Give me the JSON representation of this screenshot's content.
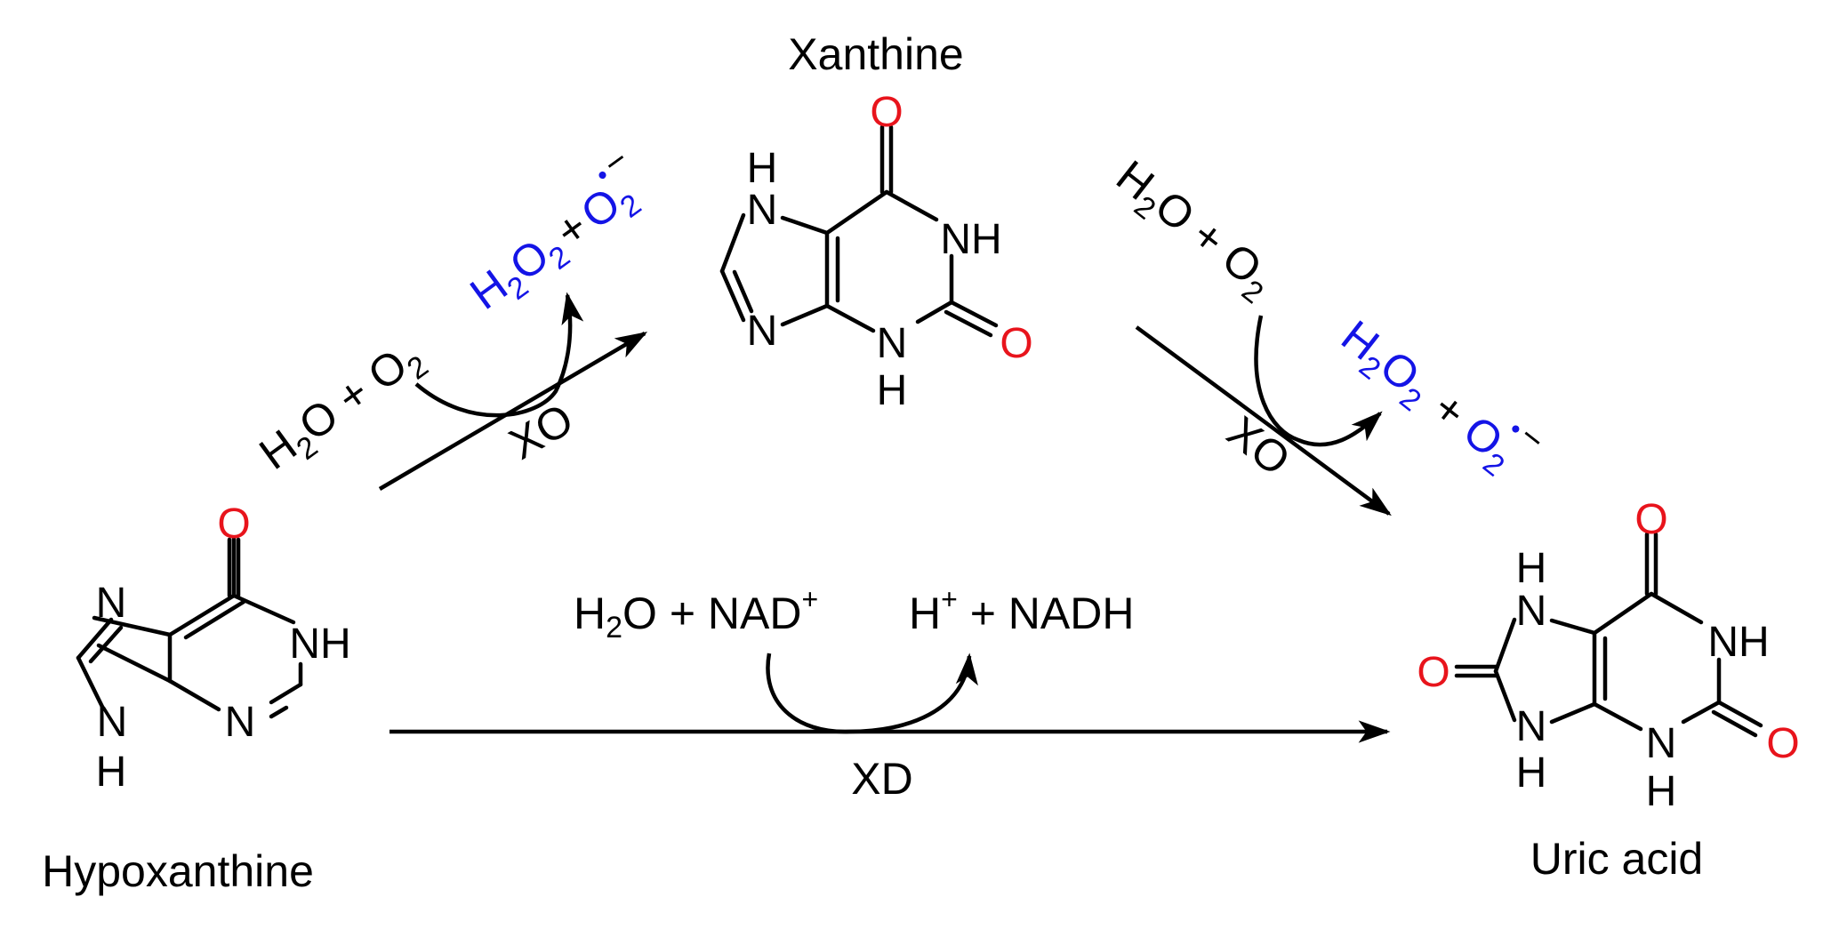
{
  "colors": {
    "black": "#000000",
    "oxygen": "#e8141c",
    "ros": "#1414e6"
  },
  "compounds": {
    "hypoxanthine": "Hypoxanthine",
    "xanthine": "Xanthine",
    "uric_acid": "Uric acid"
  },
  "enzymes": {
    "xo": "XO",
    "xd": "XD"
  },
  "reagents": {
    "h2o_o2": {
      "h": "H",
      "two": "2",
      "o_plus_o": "O + O",
      "o2sub": "2"
    },
    "h2o2_o2rad": {
      "h": "H",
      "two": "2",
      "o": "O",
      "two_b": "2",
      "plus": "+",
      "o_rad": "O",
      "rad_two": "2",
      "dot": "•",
      "minus": "−"
    },
    "h2o_nad": {
      "h": "H",
      "two": "2",
      "rest": "O + NAD",
      "plus_charge": "+"
    },
    "h_nadh": {
      "h": "H",
      "plus_charge": "+",
      "rest": " + NADH"
    }
  },
  "atoms": {
    "o": "O",
    "n": "N",
    "nh": "NH",
    "h": "H"
  }
}
